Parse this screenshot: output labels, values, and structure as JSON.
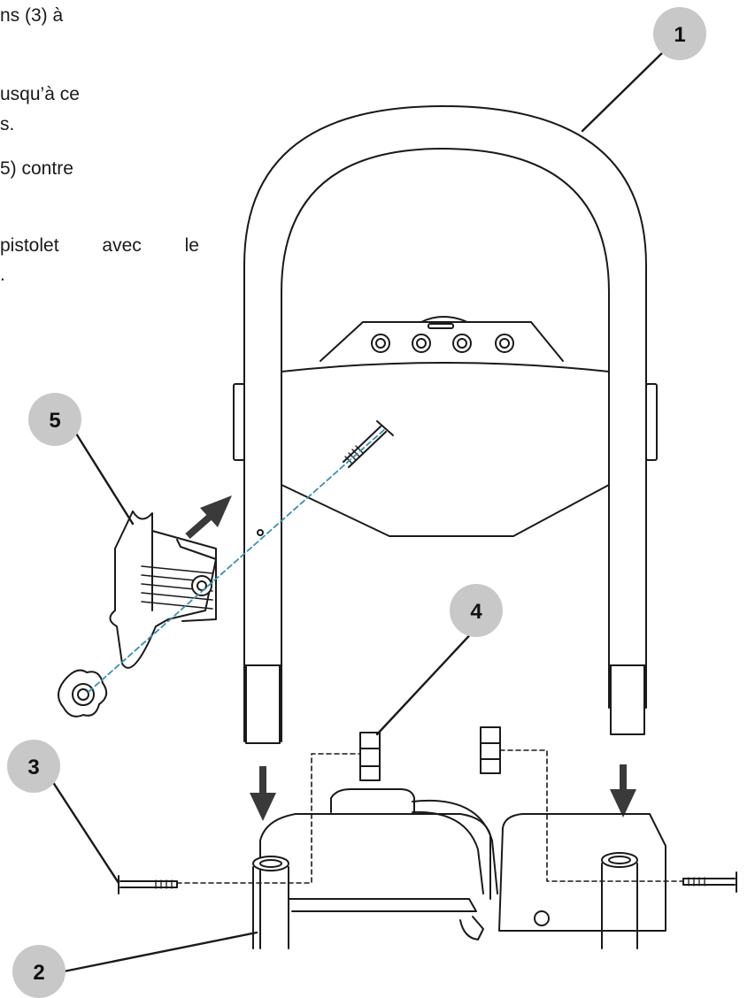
{
  "text_lines": [
    "ns (3) à",
    "usqu’à ce",
    "s.",
    "5) contre",
    "pistolet  avec  le",
    "."
  ],
  "callouts": [
    {
      "id": "1",
      "label": "1"
    },
    {
      "id": "2",
      "label": "2"
    },
    {
      "id": "3",
      "label": "3"
    },
    {
      "id": "4",
      "label": "4"
    },
    {
      "id": "5",
      "label": "5"
    }
  ],
  "colors": {
    "line": "#1a1a1a",
    "callout_fill": "#c8c8c8",
    "guide_line": "#3a8fb0",
    "arrow": "#3a3a3a"
  }
}
